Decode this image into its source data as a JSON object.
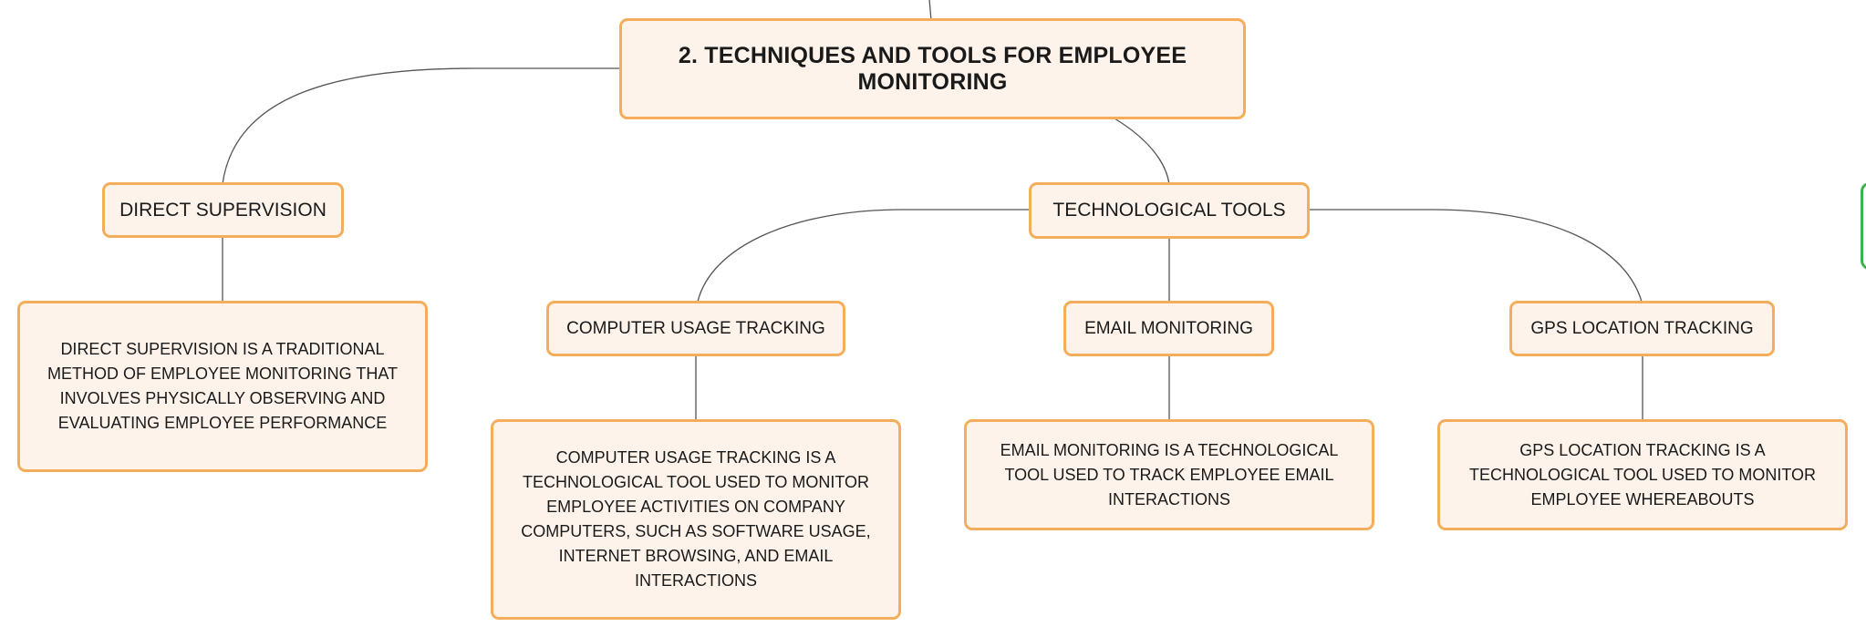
{
  "mindmap": {
    "root": {
      "label": "2. TECHNIQUES AND TOOLS FOR EMPLOYEE MONITORING"
    },
    "direct_supervision": {
      "label": "DIRECT SUPERVISION",
      "description": "DIRECT SUPERVISION IS A TRADITIONAL METHOD OF EMPLOYEE MONITORING THAT INVOLVES PHYSICALLY OBSERVING AND EVALUATING EMPLOYEE PERFORMANCE"
    },
    "technological_tools": {
      "label": "TECHNOLOGICAL TOOLS",
      "computer_usage": {
        "label": "COMPUTER USAGE TRACKING",
        "description": "COMPUTER USAGE TRACKING IS A TECHNOLOGICAL TOOL USED TO MONITOR EMPLOYEE ACTIVITIES ON COMPANY COMPUTERS, SUCH AS SOFTWARE USAGE, INTERNET BROWSING, AND EMAIL INTERACTIONS"
      },
      "email_monitoring": {
        "label": "EMAIL MONITORING",
        "description": "EMAIL MONITORING IS A TECHNOLOGICAL TOOL USED TO TRACK EMPLOYEE EMAIL INTERACTIONS"
      },
      "gps_tracking": {
        "label": "GPS LOCATION TRACKING",
        "description": "GPS LOCATION TRACKING IS A TECHNOLOGICAL TOOL USED TO MONITOR EMPLOYEE WHEREABOUTS"
      }
    }
  },
  "colors": {
    "node_fill": "#fdf3ea",
    "node_border": "#f4ad5a",
    "connector": "#555555",
    "offscreen_node_border": "#3fb04a"
  }
}
